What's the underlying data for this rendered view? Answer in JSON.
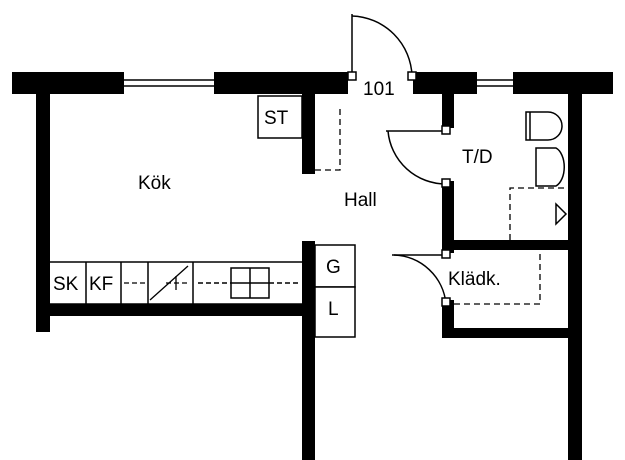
{
  "plan": {
    "unit_number": "101",
    "rooms": {
      "kitchen": "Kök",
      "hall": "Hall",
      "bathroom": "T/D",
      "closet": "Klädk."
    },
    "fixtures": {
      "storage": "ST",
      "freezer": "SK",
      "fridge": "KF",
      "cabinet_g": "G",
      "cabinet_l": "L"
    }
  },
  "colors": {
    "wall": "#000000",
    "background": "#ffffff"
  }
}
